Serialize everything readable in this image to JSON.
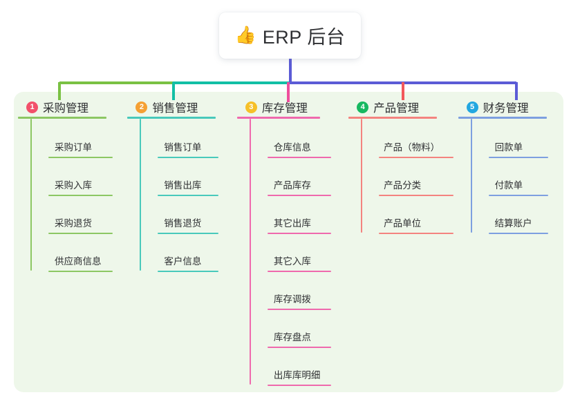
{
  "root": {
    "icon": "thumbs-up-icon",
    "emoji": "👍",
    "title": "ERP 后台"
  },
  "palette": {
    "panel_bg": "#eef7ea",
    "page_bg": "#ffffff",
    "text": "#2f3033",
    "bus_green": "#7ac143",
    "bus_teal": "#12bfa5",
    "bus_pink": "#ef4d9c",
    "bus_blue": "#5b5bd6",
    "bus_red": "#f2585b"
  },
  "columns": [
    {
      "index": "1",
      "badge_color": "#f2506a",
      "title": "采购管理",
      "line_color": "#8cc763",
      "stub_color": "#7ac143",
      "items": [
        {
          "label": "采购订单"
        },
        {
          "label": "采购入库"
        },
        {
          "label": "采购退货"
        },
        {
          "label": "供应商信息"
        }
      ]
    },
    {
      "index": "2",
      "badge_color": "#f5a033",
      "title": "销售管理",
      "line_color": "#48c9bb",
      "stub_color": "#12bfa5",
      "items": [
        {
          "label": "销售订单"
        },
        {
          "label": "销售出库"
        },
        {
          "label": "销售退货"
        },
        {
          "label": "客户信息"
        }
      ]
    },
    {
      "index": "3",
      "badge_color": "#f6c028",
      "title": "库存管理",
      "line_color": "#ef69ad",
      "stub_color": "#ef4d9c",
      "items": [
        {
          "label": "仓库信息"
        },
        {
          "label": "产品库存"
        },
        {
          "label": "其它出库"
        },
        {
          "label": "其它入库"
        },
        {
          "label": "库存调拨"
        },
        {
          "label": "库存盘点"
        },
        {
          "label": "出库库明细"
        }
      ]
    },
    {
      "index": "4",
      "badge_color": "#17b860",
      "title": "产品管理",
      "line_color": "#f4837f",
      "stub_color": "#f2585b",
      "items": [
        {
          "label": "产品（物料）"
        },
        {
          "label": "产品分类"
        },
        {
          "label": "产品单位"
        }
      ]
    },
    {
      "index": "5",
      "badge_color": "#22a7e0",
      "title": "财务管理",
      "line_color": "#7d9fe0",
      "stub_color": "#5b5bd6",
      "items": [
        {
          "label": "回款单"
        },
        {
          "label": "付款单"
        },
        {
          "label": "结算账户"
        }
      ]
    }
  ]
}
